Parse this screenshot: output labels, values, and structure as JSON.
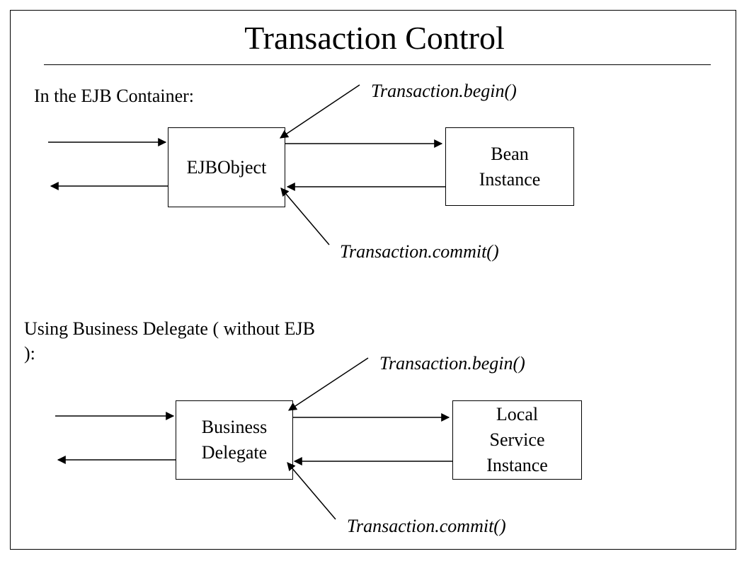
{
  "title": "Transaction Control",
  "section1": {
    "heading": "In the EJB Container:",
    "begin_label": "Transaction.begin()",
    "commit_label": "Transaction.commit()",
    "left_box": "EJBObject",
    "right_box_line1": "Bean",
    "right_box_line2": "Instance"
  },
  "section2": {
    "heading_line1": "Using Business Delegate ( without EJB",
    "heading_line2": "):",
    "begin_label": "Transaction.begin()",
    "commit_label": "Transaction.commit()",
    "left_box_line1": "Business",
    "left_box_line2": "Delegate",
    "right_box_line1": "Local",
    "right_box_line2": "Service",
    "right_box_line3": "Instance"
  }
}
